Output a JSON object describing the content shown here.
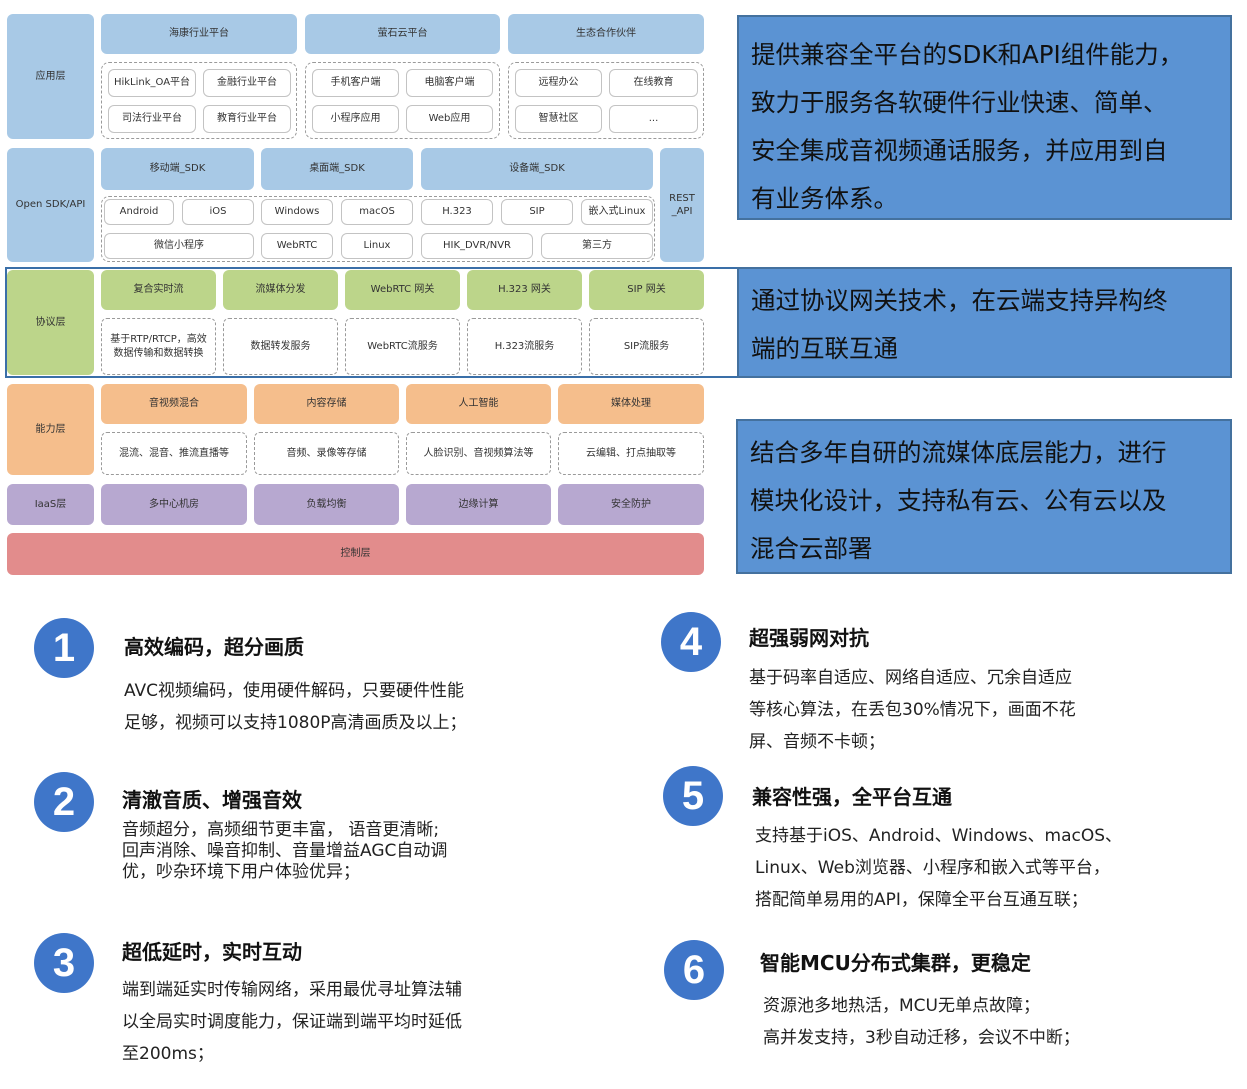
{
  "layers": {
    "app": "应用层",
    "sdk": "Open SDK/API",
    "protocol": "协议层",
    "capability": "能力层",
    "iaas": "IaaS层",
    "control": "控制层"
  },
  "app": {
    "headers": [
      "海康行业平台",
      "萤石云平台",
      "生态合作伙伴"
    ],
    "group1": [
      "HikLink_OA平台",
      "金融行业平台",
      "司法行业平台",
      "教育行业平台"
    ],
    "group2": [
      "手机客户端",
      "电脑客户端",
      "小程序应用",
      "Web应用"
    ],
    "group3": [
      "远程办公",
      "在线教育",
      "智慧社区",
      "..."
    ]
  },
  "sdk": {
    "headers": [
      "移动端_SDK",
      "桌面端_SDK",
      "设备端_SDK"
    ],
    "rest": [
      "REST",
      "_API"
    ],
    "row1": [
      "Android",
      "iOS",
      "Windows",
      "macOS",
      "H.323",
      "SIP",
      "嵌入式Linux"
    ],
    "row2": [
      "微信小程序",
      "WebRTC",
      "Linux",
      "HIK_DVR/NVR",
      "第三方"
    ]
  },
  "protocol": {
    "headers": [
      "复合实时流",
      "流媒体分发",
      "WebRTC 网关",
      "H.323 网关",
      "SIP 网关"
    ],
    "services": [
      [
        "基于RTP/RTCP，高效",
        "数据传输和数据转换"
      ],
      [
        "数据转发服务"
      ],
      [
        "WebRTC流服务"
      ],
      [
        "H.323流服务"
      ],
      [
        "SIP流服务"
      ]
    ]
  },
  "capability": {
    "headers": [
      "音视频混合",
      "内容存储",
      "人工智能",
      "媒体处理"
    ],
    "details": [
      "混流、混音、推流直播等",
      "音频、录像等存储",
      "人脸识别、音视频算法等",
      "云编辑、打点抽取等"
    ]
  },
  "iaas": {
    "items": [
      "多中心机房",
      "负载均衡",
      "边缘计算",
      "安全防护"
    ]
  },
  "control": {
    "label": "控制层"
  },
  "callouts": [
    [
      "提供兼容全平台的SDK和API组件能力，",
      "致力于服务各软硬件行业快速、简单、",
      "安全集成音视频通话服务，并应用到自",
      "有业务体系。"
    ],
    [
      "通过协议网关技术，在云端支持异构终",
      "端的互联互通"
    ],
    [
      "结合多年自研的流媒体底层能力，进行",
      "模块化设计，支持私有云、公有云以及",
      "混合云部署"
    ]
  ],
  "features": [
    {
      "num": "1",
      "title": "高效编码，超分画质",
      "lines": [
        "AVC视频编码，使用硬件解码，只要硬件性能",
        "足够，视频可以支持1080P高清画质及以上；"
      ]
    },
    {
      "num": "2",
      "title": "清澈音质、增强音效",
      "lines": [
        "音频超分，高频细节更丰富， 语音更清晰;",
        "回声消除、噪音抑制、音量增益AGC自动调",
        "优，吵杂环境下用户体验优异；"
      ]
    },
    {
      "num": "3",
      "title": "超低延时，实时互动",
      "lines": [
        "端到端延实时传输网络，采用最优寻址算法辅",
        "以全局实时调度能力，保证端到端平均时延低",
        "至200ms；"
      ]
    },
    {
      "num": "4",
      "title": "超强弱网对抗",
      "lines": [
        "基于码率自适应、网络自适应、冗余自适应",
        "等核心算法，在丢包30%情况下，画面不花",
        "屏、音频不卡顿；"
      ]
    },
    {
      "num": "5",
      "title": "兼容性强，全平台互通",
      "lines": [
        "支持基于iOS、Android、Windows、macOS、",
        "Linux、Web浏览器、小程序和嵌入式等平台，",
        "搭配简单易用的API，保障全平台互通互联；"
      ]
    },
    {
      "num": "6",
      "title": "智能MCU分布式集群，更稳定",
      "lines": [
        "资源池多地热活，MCU无单点故障；",
        "高并发支持，3秒自动迁移，会议不中断；"
      ]
    }
  ]
}
